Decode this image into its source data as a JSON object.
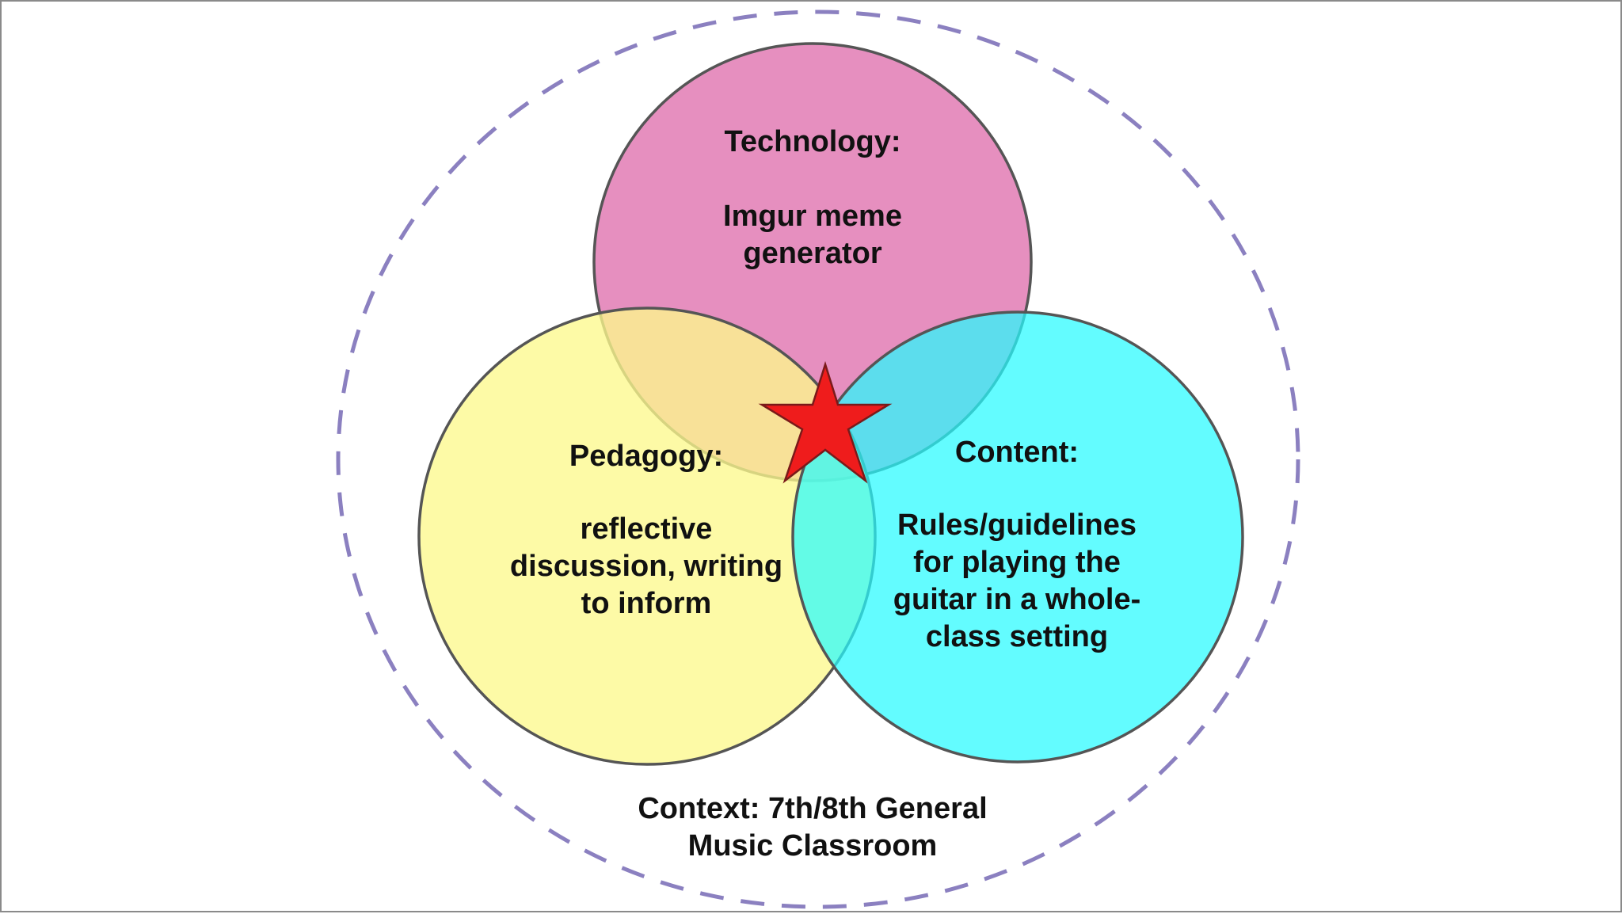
{
  "colors": {
    "technology_fill": "#df6fad",
    "pedagogy_fill": "#fdf88d",
    "content_fill": "#27fbff",
    "circle_stroke": "#555555",
    "context_ring": "#8b80c0",
    "star_fill": "#ef1c1c",
    "star_stroke": "#7a1a1a"
  },
  "technology": {
    "heading": "Technology:",
    "lines": [
      "Imgur meme",
      "generator"
    ]
  },
  "pedagogy": {
    "heading": "Pedagogy:",
    "lines": [
      "reflective",
      "discussion, writing",
      "to inform"
    ]
  },
  "content": {
    "heading": "Content:",
    "lines": [
      "Rules/guidelines",
      "for playing the",
      "guitar in a whole-",
      "class setting"
    ]
  },
  "context": {
    "lines": [
      "Context: 7th/8th General",
      "Music Classroom"
    ]
  },
  "center_icon": "star-icon"
}
